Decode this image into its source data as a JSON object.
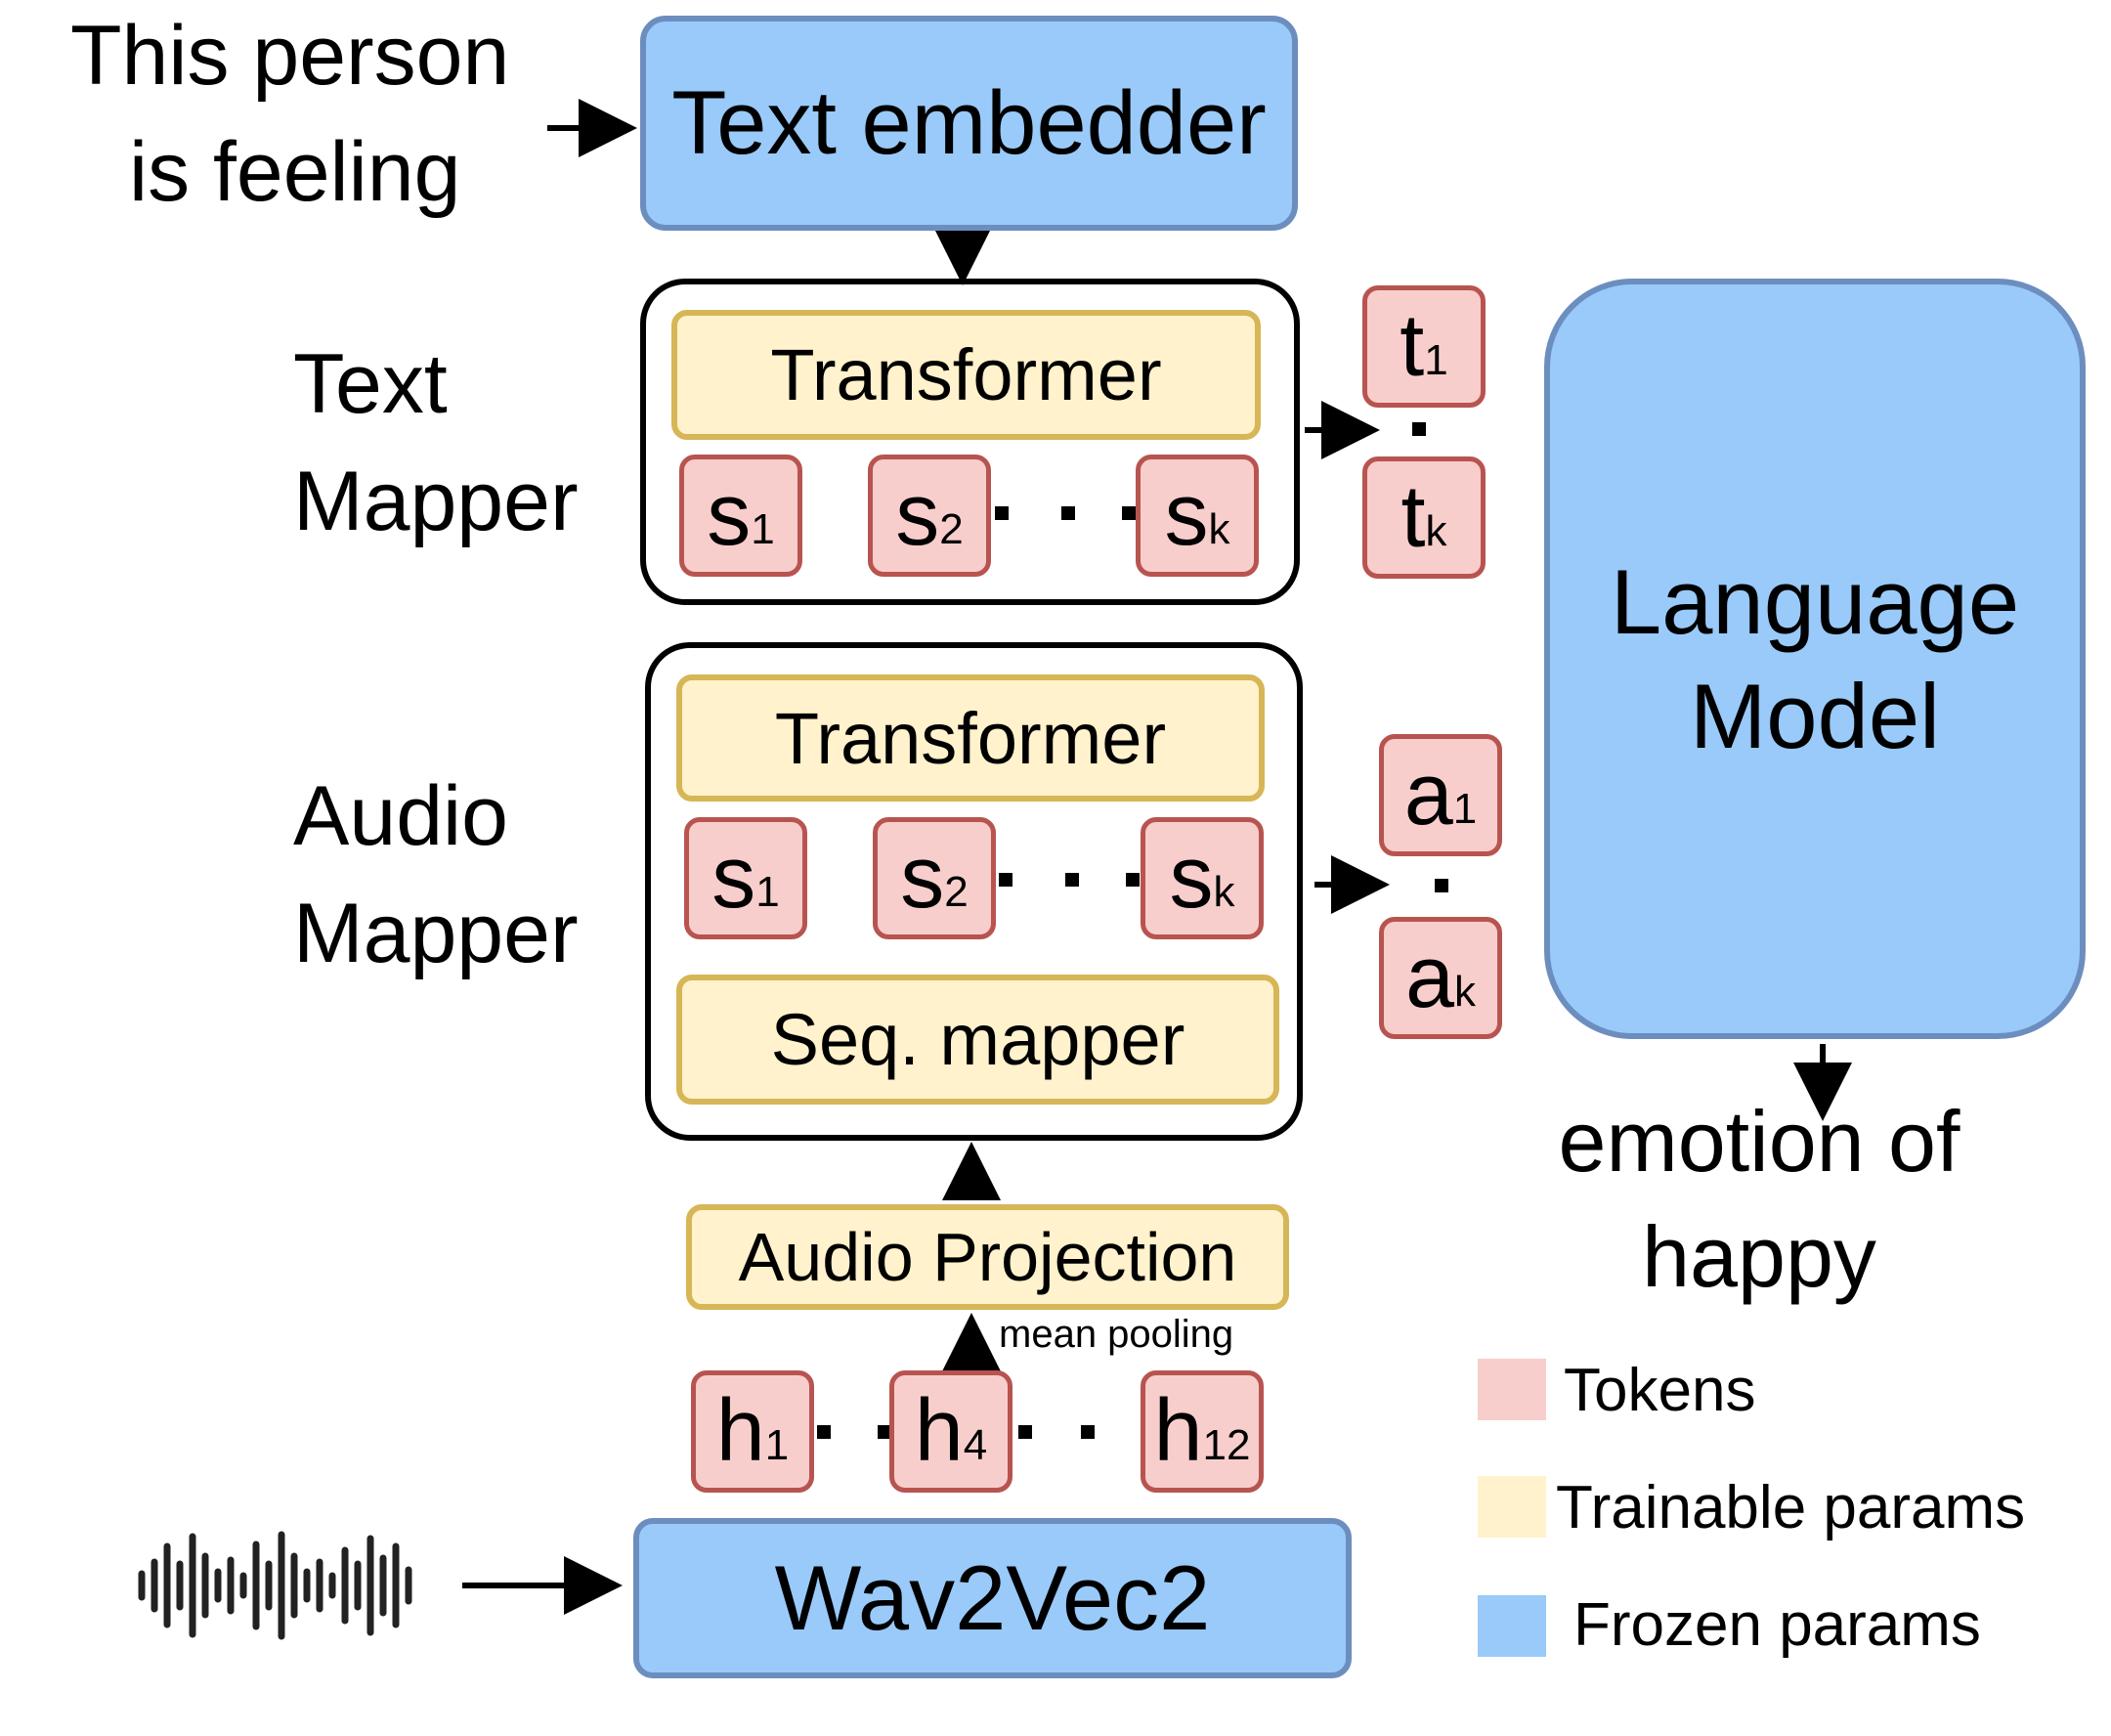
{
  "input_text": {
    "line1": "This person",
    "line2": "is feeling"
  },
  "text_embedder": {
    "label": "Text embedder"
  },
  "text_mapper": {
    "title_line1": "Text",
    "title_line2": "Mapper",
    "transformer": "Transformer",
    "tokens": [
      {
        "main": "s",
        "sub": "1"
      },
      {
        "main": "s",
        "sub": "2"
      },
      {
        "main": "s",
        "sub": "k"
      }
    ]
  },
  "text_outputs": [
    {
      "main": "t",
      "sub": "1"
    },
    {
      "main": "t",
      "sub": "k"
    }
  ],
  "audio_mapper": {
    "title_line1": "Audio",
    "title_line2": "Mapper",
    "transformer": "Transformer",
    "seq_mapper": "Seq. mapper",
    "tokens": [
      {
        "main": "s",
        "sub": "1"
      },
      {
        "main": "s",
        "sub": "2"
      },
      {
        "main": "s",
        "sub": "k"
      }
    ]
  },
  "audio_outputs": [
    {
      "main": "a",
      "sub": "1"
    },
    {
      "main": "a",
      "sub": "k"
    }
  ],
  "audio_projection": {
    "label": "Audio Projection",
    "pool_note": "mean pooling"
  },
  "hidden_states": [
    {
      "main": "h",
      "sub": "1"
    },
    {
      "main": "h",
      "sub": "4"
    },
    {
      "main": "h",
      "sub": "12"
    }
  ],
  "wav2vec": {
    "label": "Wav2Vec2"
  },
  "language_model": {
    "line1": "Language",
    "line2": "Model"
  },
  "output_text": {
    "line1": "emotion of",
    "line2": "happy"
  },
  "legend": [
    {
      "label": "Tokens",
      "color": "#f8cecc"
    },
    {
      "label": "Trainable params",
      "color": "#fff2cc"
    },
    {
      "label": "Frozen params",
      "color": "#99caf9"
    }
  ],
  "colors": {
    "frozen_fill": "#99caf9",
    "frozen_border": "#6c8ebf",
    "trainable_fill": "#fff2cc",
    "trainable_border": "#d6b656",
    "token_fill": "#f8cecc",
    "token_border": "#b85450"
  }
}
